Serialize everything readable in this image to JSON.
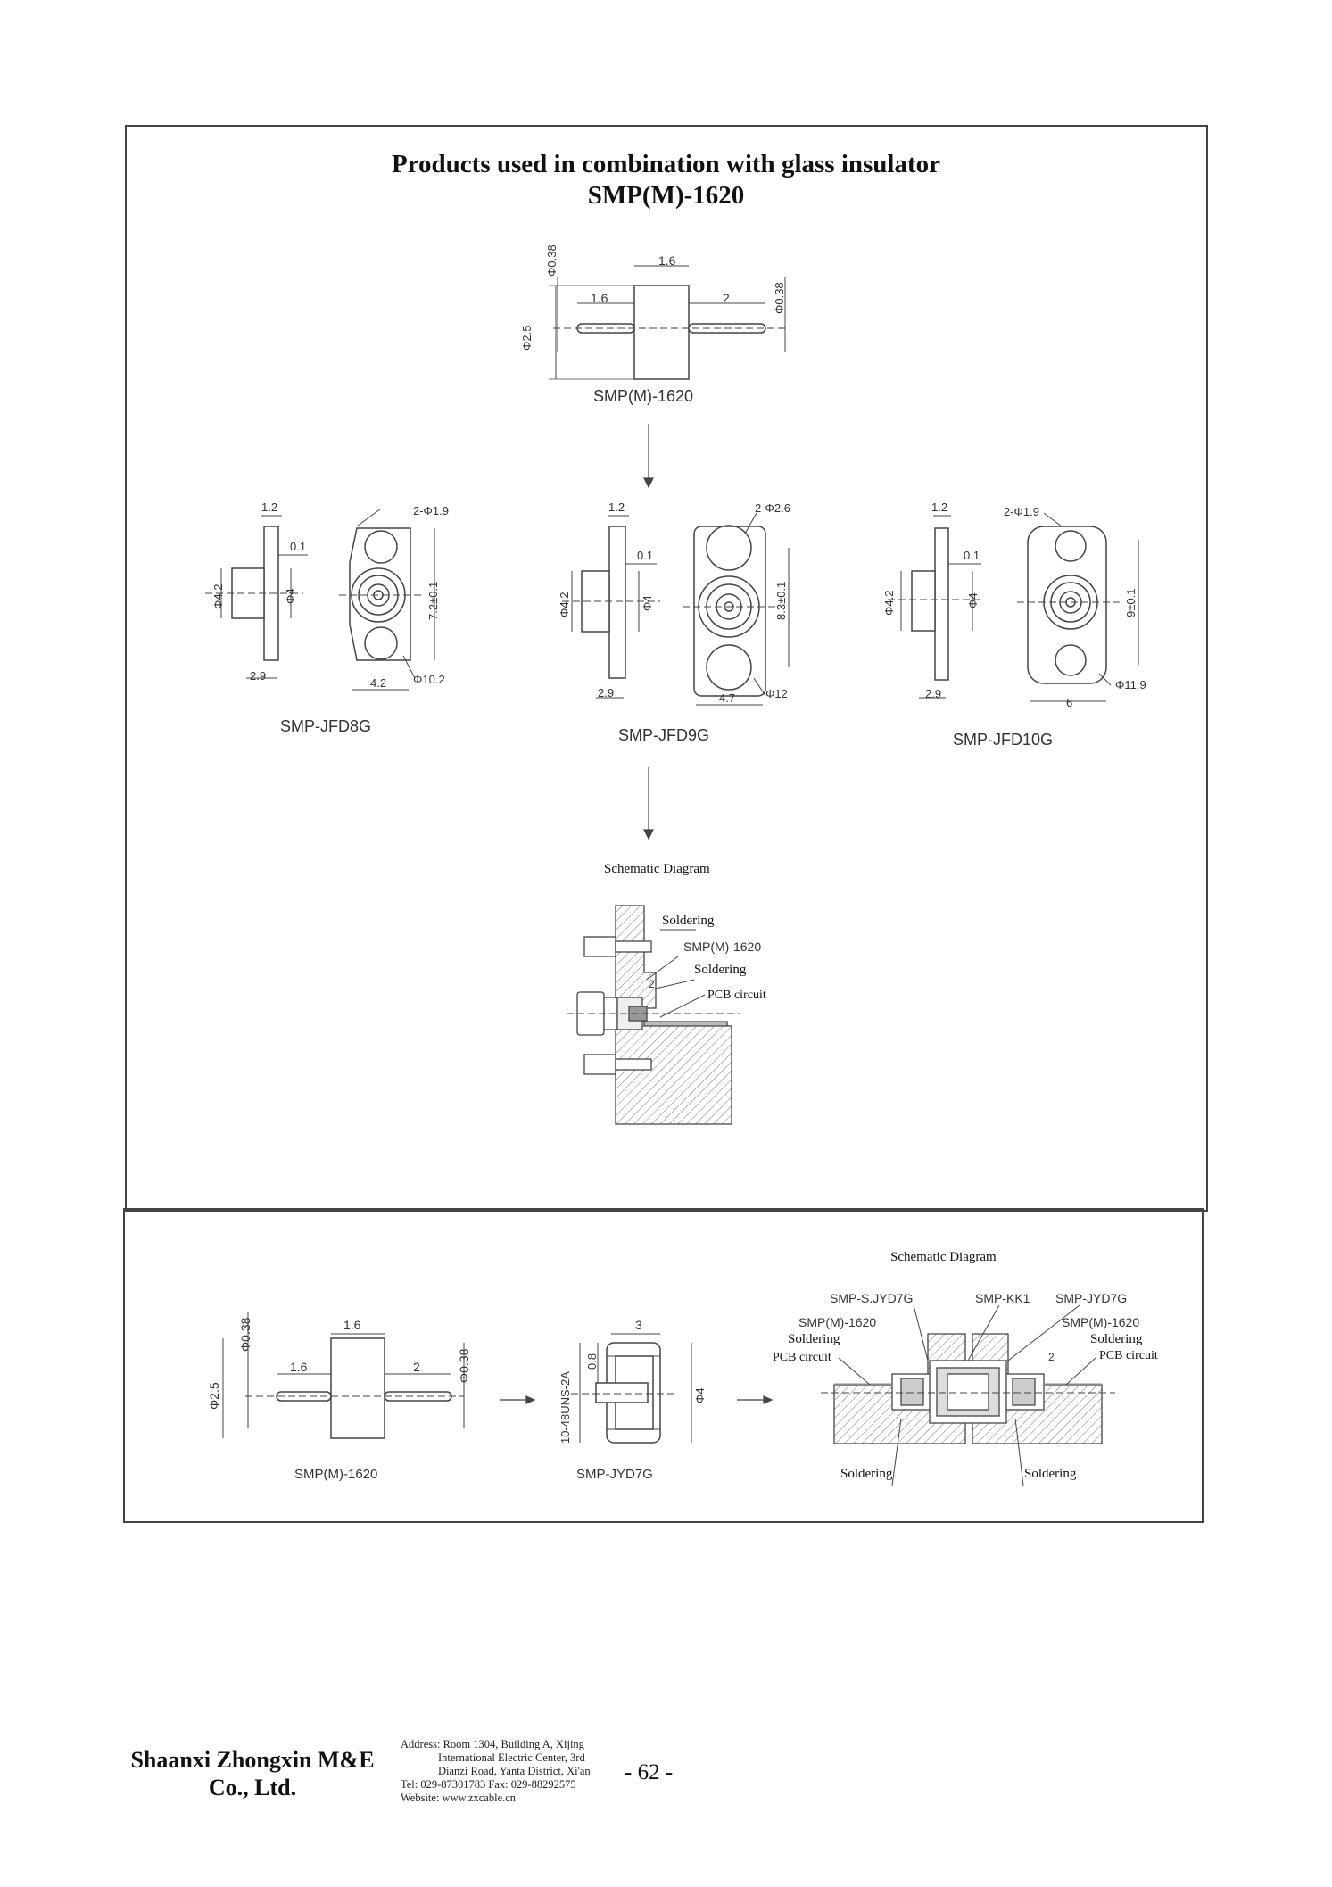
{
  "title": {
    "line1": "Products used in combination with glass insulator",
    "line2": "SMP(M)-1620"
  },
  "section1": {
    "top_part": {
      "label": "SMP(M)-1620",
      "dims": {
        "total_body": "1.6",
        "left_pin": "1.6",
        "right_pin": "2",
        "pin_dia_left": "Φ0.38",
        "pin_dia_right": "Φ0.38",
        "body_dia": "Φ2.5"
      }
    },
    "flanges": [
      {
        "label": "SMP-JFD8G",
        "thickness": "1.2",
        "gap": "0.1",
        "outer_dia": "Φ4.2",
        "inner_dia": "Φ4",
        "length": "2.9",
        "holes": "2-Φ1.9",
        "height": "7.2±0.1",
        "width": "4.2",
        "body": "Φ10.2"
      },
      {
        "label": "SMP-JFD9G",
        "thickness": "1.2",
        "gap": "0.1",
        "outer_dia": "Φ4.2",
        "inner_dia": "Φ4",
        "length": "2.9",
        "holes": "2-Φ2.6",
        "height": "8.3±0.1",
        "width": "4.7",
        "body": "Φ12"
      },
      {
        "label": "SMP-JFD10G",
        "thickness": "1.2",
        "gap": "0.1",
        "outer_dia": "Φ4.2",
        "inner_dia": "Φ4",
        "length": "2.9",
        "holes": "2-Φ1.9",
        "height": "9±0.1",
        "width": "6",
        "body": "Φ11.9"
      }
    ],
    "schematic": {
      "heading": "Schematic Diagram",
      "callouts": {
        "soldering_top": "Soldering",
        "part": "SMP(M)-1620",
        "soldering_mid": "Soldering",
        "pcb": "PCB circuit",
        "gap": "2"
      }
    }
  },
  "section2": {
    "pin_part": {
      "label": "SMP(M)-1620",
      "dims": {
        "total_body": "1.6",
        "left_pin": "1.6",
        "right_pin": "2",
        "pin_dia_left": "Φ0.38",
        "pin_dia_right": "Φ0.38",
        "body_dia": "Φ2.5"
      }
    },
    "connector": {
      "label": "SMP-JYD7G",
      "dims": {
        "length": "3",
        "thread": "10-48UNS-2A",
        "step": "0.8",
        "dia": "Φ4"
      }
    },
    "schematic": {
      "heading": "Schematic Diagram",
      "callouts": {
        "left_connector": "SMP-S.JYD7G",
        "adapter": "SMP-KK1",
        "right_connector": "SMP-JYD7G",
        "left_part": "SMP(M)-1620",
        "right_part": "SMP(M)-1620",
        "left_soldering": "Soldering",
        "right_soldering": "Soldering",
        "left_pcb": "PCB circuit",
        "right_pcb": "PCB circuit",
        "gap": "2",
        "bottom_left_soldering": "Soldering",
        "bottom_right_soldering": "Soldering"
      }
    }
  },
  "footer": {
    "company_line1": "Shaanxi Zhongxin M&E",
    "company_line2": "Co., Ltd.",
    "address": [
      "Address: Room 1304, Building A, Xijing",
      "International Electric Center, 3rd",
      "Dianzi Road, Yanta District, Xi'an",
      "Tel: 029-87301783    Fax: 029-88292575",
      "Website: www.zxcable.cn"
    ],
    "page_number": "- 62 -"
  }
}
